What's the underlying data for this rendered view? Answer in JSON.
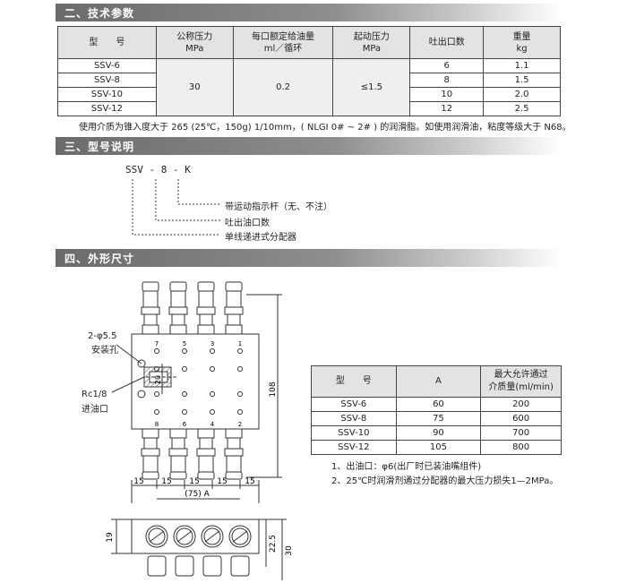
{
  "sections": {
    "tech": "二、技术参数",
    "model": "三、型号说明",
    "dim": "四、外形尺寸"
  },
  "spec_table": {
    "headers": [
      "型　　号",
      "公称压力",
      "MPa",
      "每口额定给油量",
      "ml／循环",
      "起动压力",
      "MPa",
      "吐出口数",
      "重量",
      "kg"
    ],
    "models": [
      "SSV-6",
      "SSV-8",
      "SSV-10",
      "SSV-12"
    ],
    "pressure": "30",
    "delivery": "0.2",
    "start_pressure": "≤1.5",
    "outlets": [
      "6",
      "8",
      "10",
      "12"
    ],
    "weights": [
      "1.1",
      "1.5",
      "2.0",
      "2.5"
    ]
  },
  "medium_note": "使用介质为锥入度大于 265 (25℃，150g) 1/10mm，( NLGI 0# ~ 2# ) 的润滑脂。如使用润滑油，粘度等级大于 N68。",
  "model_code": {
    "code": "SSV - 8 - K",
    "k_desc": "带运动指示杆（无、不注）",
    "num_desc": "吐出油口数",
    "ssv_desc": "单线递进式分配器"
  },
  "drawing": {
    "mount_hole": "2-φ5.5",
    "mount_hole_label": "安装孔",
    "inlet_thread": "Rc1/8",
    "inlet_label": "进油口",
    "dim_108": "108",
    "dim_20": "20",
    "dim_15": [
      "15",
      "15",
      "15",
      "15",
      "15"
    ],
    "dim_75a": "(75) A",
    "dim_19": "19",
    "dim_22_5": "22.5",
    "dim_30": "30",
    "top_numbers": [
      "7",
      "5",
      "3",
      "1"
    ],
    "bottom_numbers": [
      "8",
      "6",
      "4",
      "2"
    ]
  },
  "dim_table": {
    "headers": [
      "型　　号",
      "A",
      "最大允许通过",
      "介质量(ml/min)"
    ],
    "rows": [
      [
        "SSV-6",
        "60",
        "200"
      ],
      [
        "SSV-8",
        "75",
        "600"
      ],
      [
        "SSV-10",
        "90",
        "700"
      ],
      [
        "SSV-12",
        "105",
        "800"
      ]
    ]
  },
  "notes": [
    "1、出油口：φ6(出厂时已装油嘴组件)",
    "2、25℃时润滑剂通过分配器的最大压力损失1—2MPa。"
  ]
}
